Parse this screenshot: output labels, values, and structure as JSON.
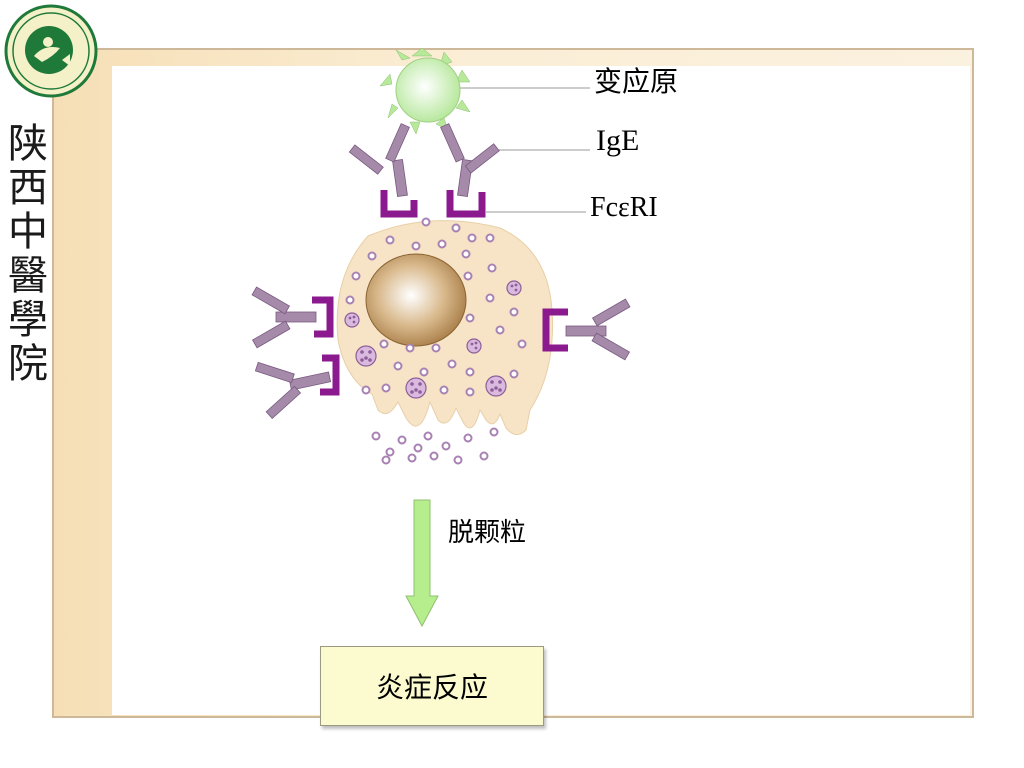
{
  "sidebar": {
    "title": "陕西中醫學院"
  },
  "diagram": {
    "labels": {
      "allergen": "变应原",
      "ige": "IgE",
      "receptor": "FcεRI",
      "degranulation": "脱颗粒"
    },
    "result": "炎症反应"
  },
  "colors": {
    "frame": "#f6dfb6",
    "cell_body": "#f7e4c6",
    "nucleus": "#b88a52",
    "receptor": "#8b1a8f",
    "antibody": "#a58aaa",
    "granule": "#c8a8d0",
    "allergen": "#b8e89a",
    "arrow": "#b6ee8e",
    "result_box": "#fbfbcf"
  }
}
